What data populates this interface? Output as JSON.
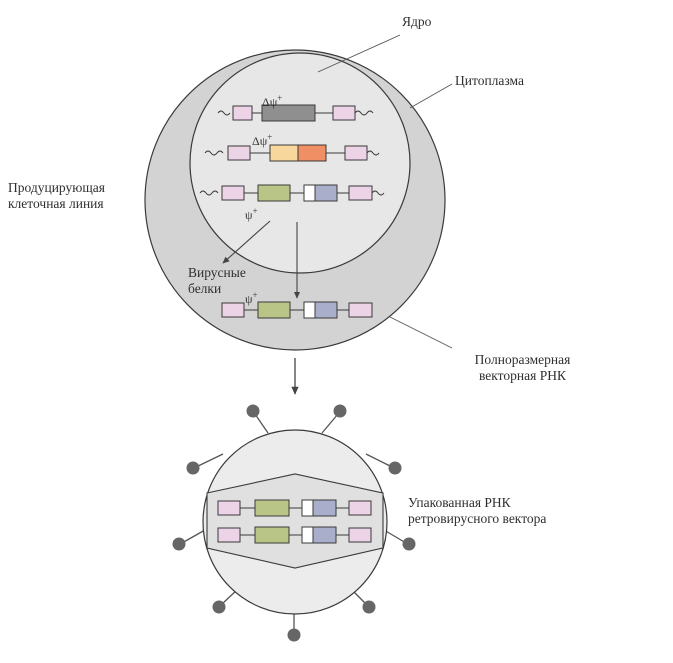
{
  "labels": {
    "nucleus": "Ядро",
    "cytoplasm": "Цитоплазма",
    "producer_line_1": "Продуцирующая",
    "producer_line_2": "клеточная линия",
    "viral_proteins_1": "Вирусные",
    "viral_proteins_2": "белки",
    "full_rna_1": "Полноразмерная",
    "full_rna_2": "векторная РНК",
    "packaged_1": "Упакованная РНК",
    "packaged_2": "ретровирусного вектора"
  },
  "symbols": {
    "delta_psi": "Δψ",
    "psi": "ψ",
    "plus": "+"
  },
  "colors": {
    "pink_box": "#edd3e6",
    "gray_box": "#8f8f8f",
    "yellow_box": "#f7d79c",
    "orange_box": "#ef8f63",
    "green_box": "#b9c487",
    "blue_box": "#a9aecb",
    "white_box": "#ffffff",
    "cell_fill": "#d3d3d3",
    "nucleus_fill": "#e7e7e7",
    "virion_fill": "#ececec",
    "outline": "#3a3a3a",
    "spike": "#555555"
  }
}
